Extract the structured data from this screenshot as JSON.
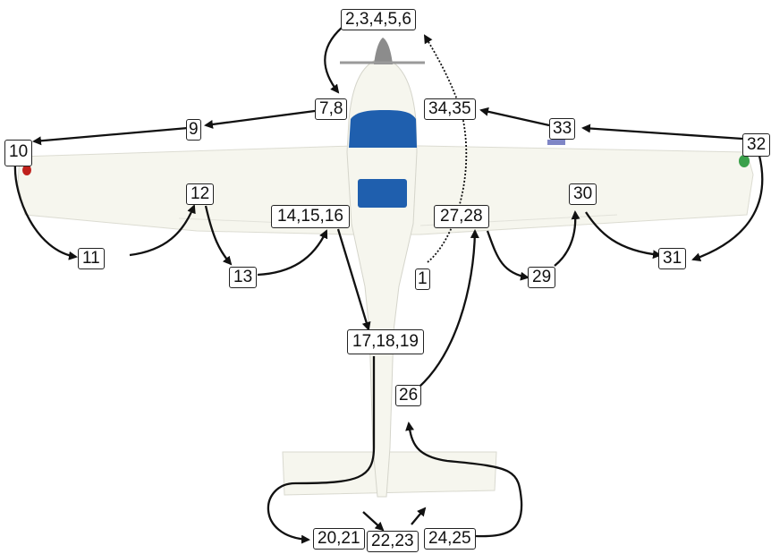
{
  "labels": {
    "l1": "1",
    "l2_6": "2,3,4,5,6",
    "l7_8": "7,8",
    "l9": "9",
    "l10": "10",
    "l11": "11",
    "l12": "12",
    "l13": "13",
    "l14_16": "14,15,16",
    "l17_19": "17,18,19",
    "l20_21": "20,21",
    "l22_23": "22,23",
    "l24_25": "24,25",
    "l26": "26",
    "l27_28": "27,28",
    "l29": "29",
    "l30": "30",
    "l31": "31",
    "l32": "32",
    "l33": "33",
    "l34_35": "34,35"
  },
  "colors": {
    "airframe": "#f6f6ee",
    "canopy": "#1f5fae",
    "nav_light_left": "#c0211c",
    "nav_light_right": "#3aa04a",
    "arrow": "#111111"
  }
}
